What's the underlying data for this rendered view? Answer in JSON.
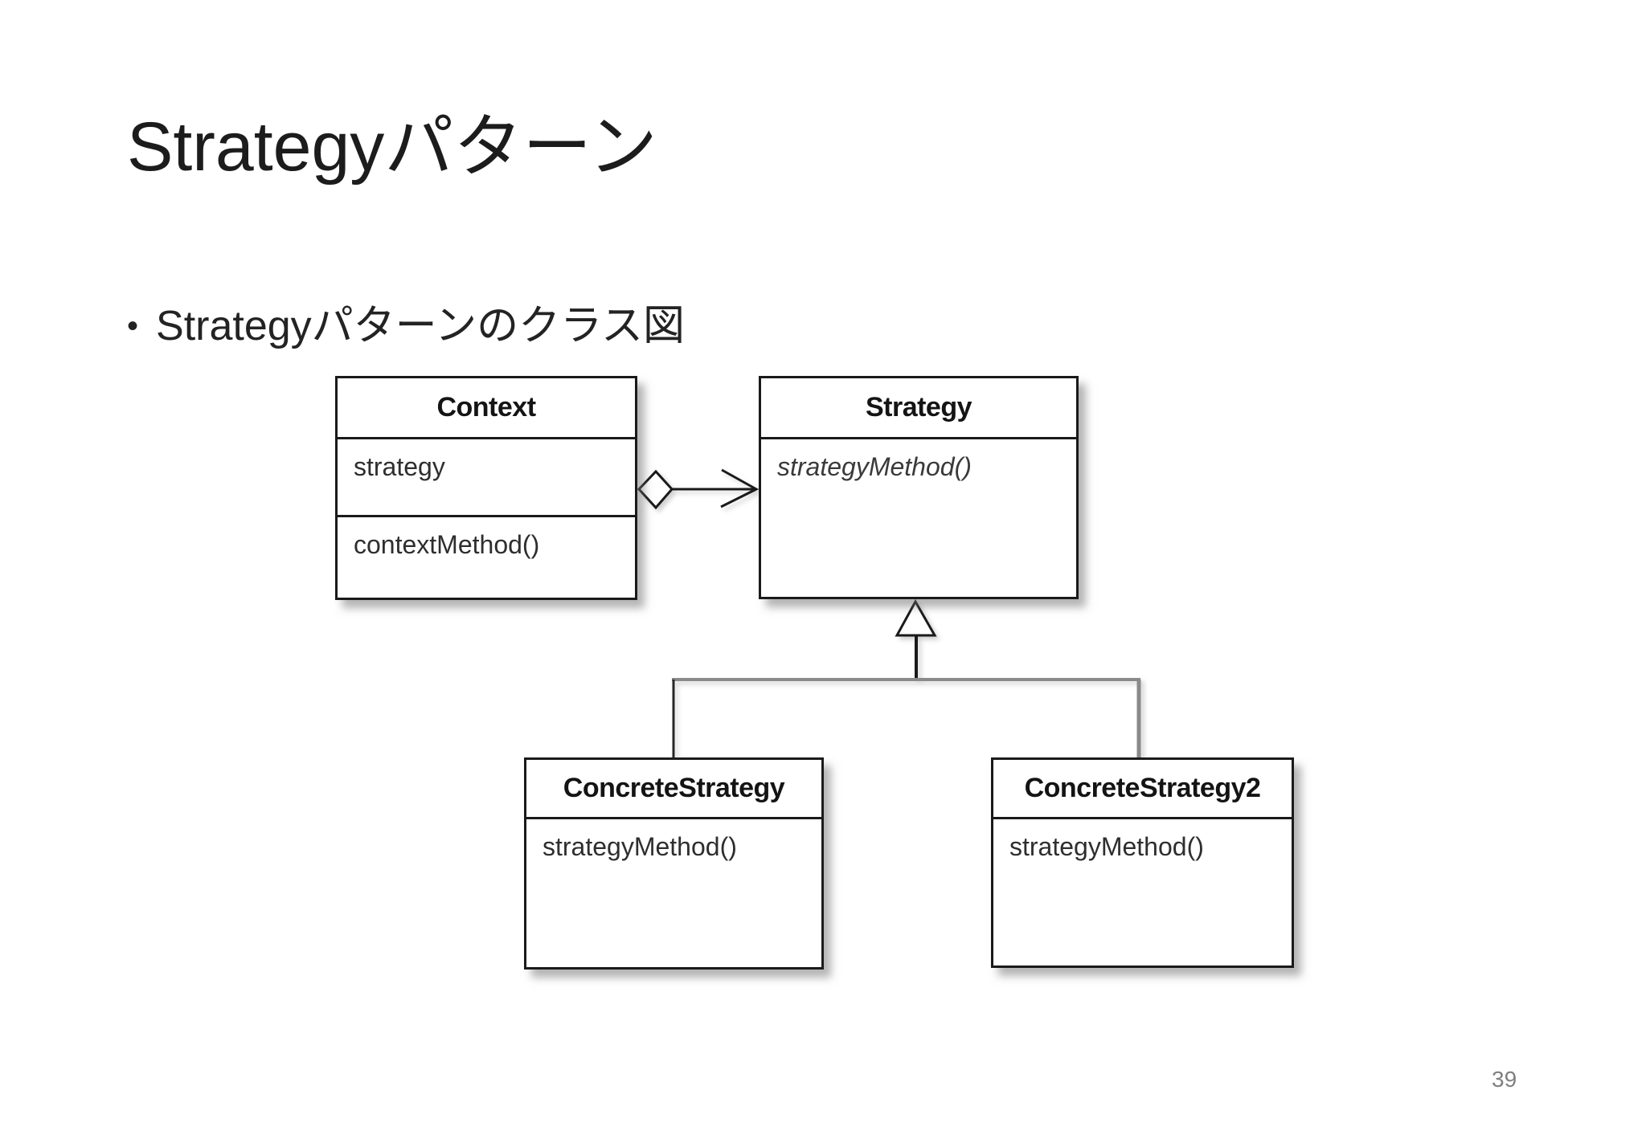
{
  "slide": {
    "title": "Strategyパターン",
    "bullet_marker": "•",
    "bullet_text": "Strategyパターンのクラス図",
    "page_number": "39"
  },
  "theme": {
    "background": "#ffffff",
    "ink": "#1a1a1a",
    "text": "#2e2e2e",
    "line-gray": "#8a8a8a",
    "page-number-color": "#7f7f7f"
  },
  "diagram": {
    "kind": "uml-class-diagram",
    "context": {
      "title": "Context",
      "attribute": "strategy",
      "method": "contextMethod()"
    },
    "strategy": {
      "title": "Strategy",
      "method": "strategyMethod()"
    },
    "concrete1": {
      "title": "ConcreteStrategy",
      "method": "strategyMethod()"
    },
    "concrete2": {
      "title": "ConcreteStrategy2",
      "method": "strategyMethod()"
    },
    "relations": [
      {
        "from": "Context",
        "to": "Strategy",
        "type": "aggregation",
        "arrowhead": "open"
      },
      {
        "from": "ConcreteStrategy",
        "to": "Strategy",
        "type": "generalization"
      },
      {
        "from": "ConcreteStrategy2",
        "to": "Strategy",
        "type": "generalization"
      }
    ]
  }
}
